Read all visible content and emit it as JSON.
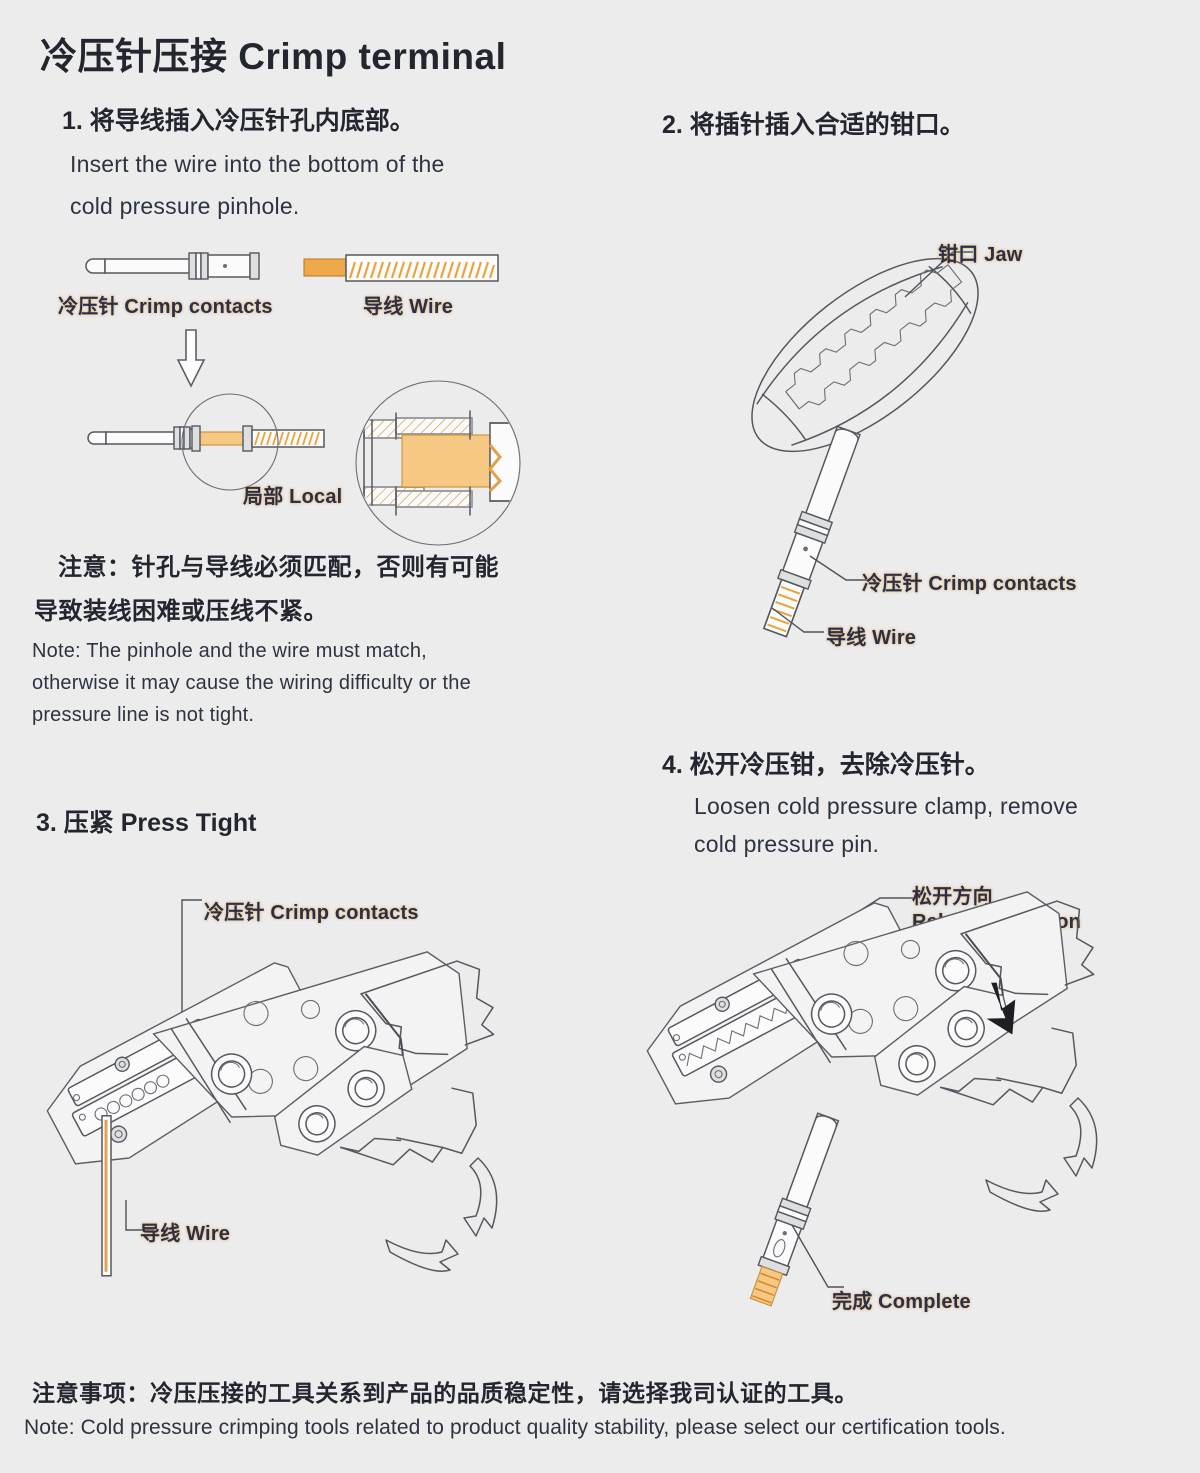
{
  "document": {
    "title": "冷压针压接 Crimp terminal",
    "background_color": "#ececec",
    "text_color": "#23262f",
    "callout_color": "#2a3048",
    "accent_color": "#f0a94a"
  },
  "steps": [
    {
      "index": "1",
      "heading": "1. 将导线插入冷压针孔内底部。",
      "subtext_line1": "Insert the wire into the bottom of the",
      "subtext_line2": "cold pressure  pinhole.",
      "labels": {
        "crimp_contacts": "冷压针 Crimp contacts",
        "wire": "导线 Wire",
        "local": "局部 Local"
      },
      "note": {
        "cn_line1": "注意：针孔与导线必须匹配，否则有可能",
        "cn_line2": "导致装线困难或压线不紧。",
        "en_line1": "Note: The pinhole and the wire must match,",
        "en_line2": "otherwise it may cause the wiring difficulty or the",
        "en_line3": "pressure  line is not tight."
      }
    },
    {
      "index": "2",
      "heading": "2. 将插针插入合适的钳口。",
      "labels": {
        "jaw": "钳口 Jaw",
        "crimp_contacts": "冷压针 Crimp contacts",
        "wire": "导线 Wire"
      }
    },
    {
      "index": "3",
      "heading": "3. 压紧 Press Tight",
      "labels": {
        "crimp_contacts": "冷压针 Crimp contacts",
        "wire": "导线 Wire"
      }
    },
    {
      "index": "4",
      "heading": "4. 松开冷压钳，去除冷压针。",
      "subtext_line1": "Loosen  cold  pressure clamp, remove",
      "subtext_line2": "cold pressure  pin.",
      "labels": {
        "release_direction": "松开方向\nRelease direction",
        "complete": "完成 Complete"
      }
    }
  ],
  "footer": {
    "cn": "注意事项：冷压压接的工具关系到产品的品质稳定性，请选择我司认证的工具。",
    "en": "Note: Cold pressure crimping tools related to product quality stability, please select our certification tools."
  }
}
